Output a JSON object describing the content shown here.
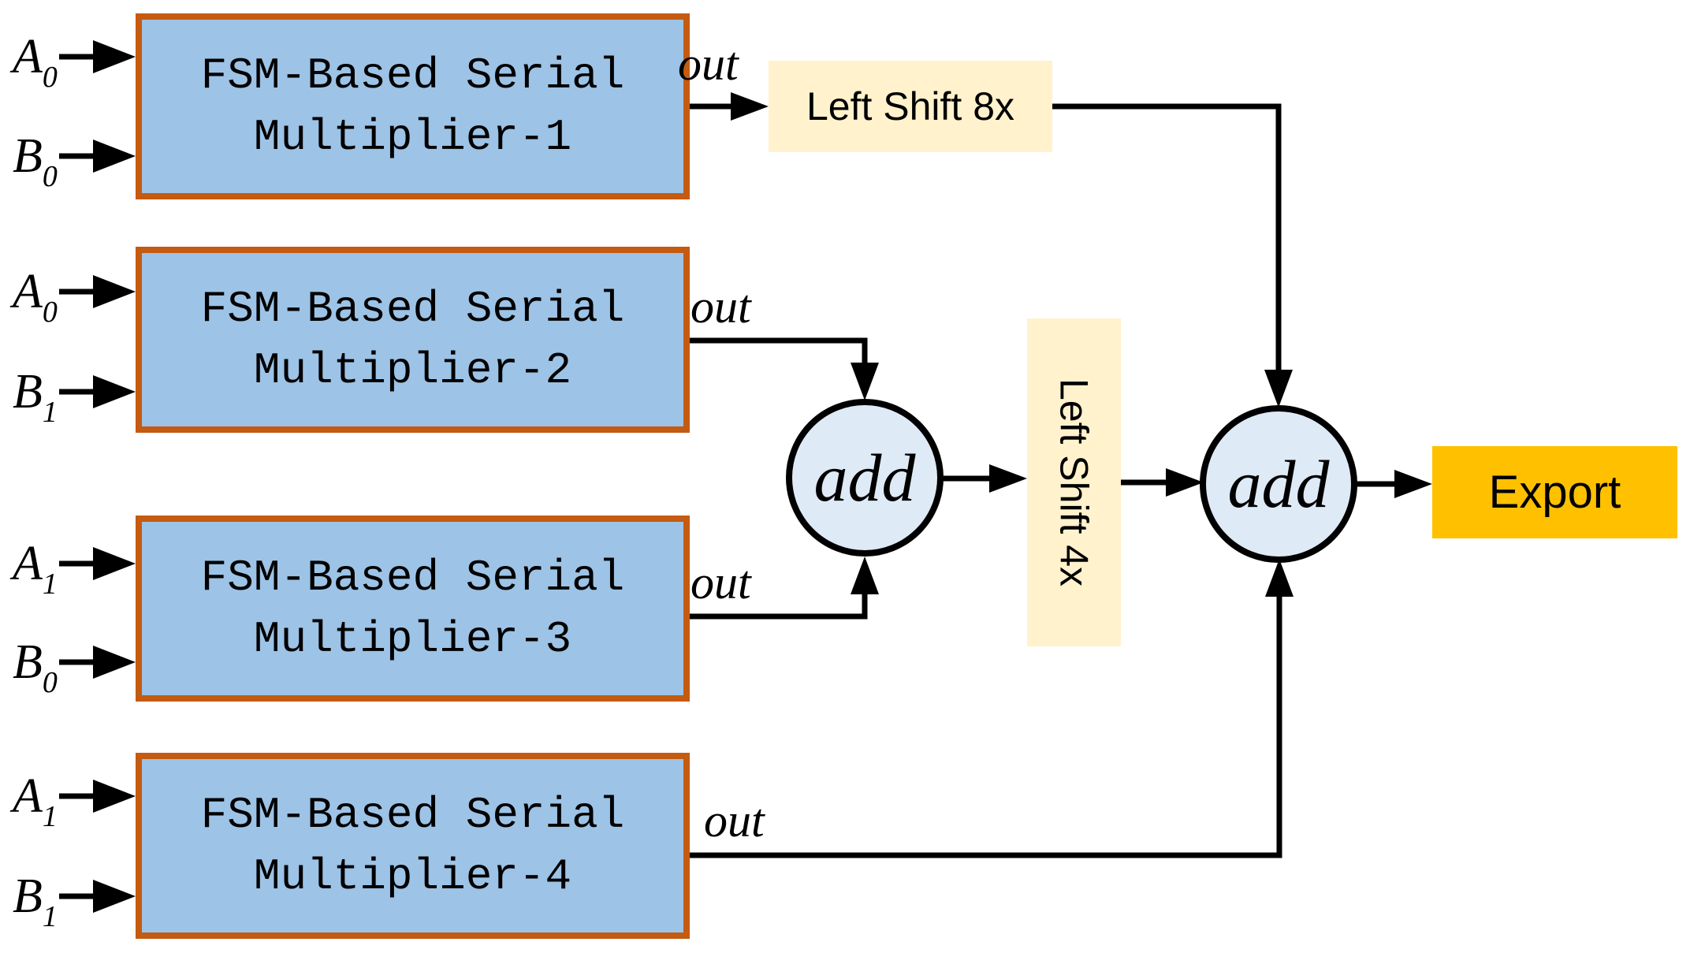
{
  "diagram": {
    "multipliers": [
      {
        "name_line1": "FSM-Based Serial",
        "name_line2": "Multiplier-1",
        "input_a": {
          "letter": "A",
          "sub": "0"
        },
        "input_b": {
          "letter": "B",
          "sub": "0"
        },
        "out_label": "out"
      },
      {
        "name_line1": "FSM-Based Serial",
        "name_line2": "Multiplier-2",
        "input_a": {
          "letter": "A",
          "sub": "0"
        },
        "input_b": {
          "letter": "B",
          "sub": "1"
        },
        "out_label": "out"
      },
      {
        "name_line1": "FSM-Based Serial",
        "name_line2": "Multiplier-3",
        "input_a": {
          "letter": "A",
          "sub": "1"
        },
        "input_b": {
          "letter": "B",
          "sub": "0"
        },
        "out_label": "out"
      },
      {
        "name_line1": "FSM-Based Serial",
        "name_line2": "Multiplier-4",
        "input_a": {
          "letter": "A",
          "sub": "1"
        },
        "input_b": {
          "letter": "B",
          "sub": "1"
        },
        "out_label": "out"
      }
    ],
    "shift8": {
      "label": "Left Shift 8x"
    },
    "shift4": {
      "label": "Left Shift 4x"
    },
    "adder1": {
      "label": "add"
    },
    "adder2": {
      "label": "add"
    },
    "export": {
      "label": "Export"
    },
    "colors": {
      "multiplier_fill": "#9DC3E6",
      "multiplier_border": "#C55A11",
      "adder_fill": "#DEEAF6",
      "shift_fill": "#FFF2CC",
      "export_fill": "#FFC000",
      "line": "#000000"
    }
  }
}
